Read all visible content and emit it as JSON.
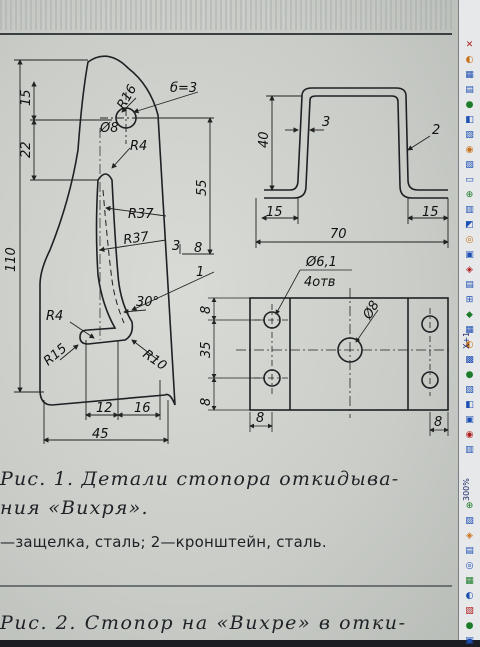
{
  "figure1": {
    "latch_dims": {
      "d15": "15",
      "d22": "22",
      "d110": "110",
      "r16": "R16",
      "d8": "Ø8",
      "thickness": "б=3",
      "r4_top": "R4",
      "d55": "55",
      "r37a": "R37",
      "r37b": "R37",
      "d3": "3",
      "d8b": "8",
      "angle30": "30°",
      "leader1": "1",
      "r4_bottom": "R4",
      "r15": "R15",
      "r10": "R10",
      "d12": "12",
      "d16": "16",
      "d45": "45"
    },
    "bracket_dims": {
      "d40": "40",
      "d3": "3",
      "leader2": "2",
      "d15_left": "15",
      "d15_right": "15",
      "d70": "70"
    },
    "plan_dims": {
      "hole_dia": "Ø6,1",
      "holes": "4отв",
      "d8_center": "Ø8",
      "d8_top": "8",
      "d35": "35",
      "d8_left": "8",
      "d8_bottom": "8",
      "d8_right": "8"
    }
  },
  "captions": {
    "line1": "Рис. 1. Детали стопора откидыва-",
    "line2": "ния «Вихря».",
    "line3": "—защелка, сталь; 2—кронштейн, сталь.",
    "line4": "Рис. 2. Стопор на «Вихре» в отки-"
  },
  "toolbar": {
    "items": [
      {
        "glyph": "✕",
        "tone": "red"
      },
      {
        "glyph": "◐",
        "tone": "orange"
      },
      {
        "glyph": "▦",
        "tone": "blue"
      },
      {
        "glyph": "▤",
        "tone": "blue"
      },
      {
        "glyph": "●",
        "tone": "green"
      },
      {
        "glyph": "◧",
        "tone": "blue"
      },
      {
        "glyph": "▧",
        "tone": "blue"
      },
      {
        "glyph": "◉",
        "tone": "orange"
      },
      {
        "glyph": "▨",
        "tone": "blue"
      },
      {
        "glyph": "▭",
        "tone": "blue"
      },
      {
        "glyph": "⊕",
        "tone": "green"
      },
      {
        "glyph": "▥",
        "tone": "blue"
      },
      {
        "glyph": "◩",
        "tone": "blue"
      },
      {
        "glyph": "◎",
        "tone": "orange"
      },
      {
        "glyph": "▣",
        "tone": "blue"
      },
      {
        "glyph": "◈",
        "tone": "red"
      },
      {
        "glyph": "▤",
        "tone": "blue"
      },
      {
        "glyph": "⊞",
        "tone": "blue"
      },
      {
        "glyph": "◆",
        "tone": "green"
      },
      {
        "glyph": "▦",
        "tone": "blue"
      },
      {
        "glyph": "◐",
        "tone": "orange"
      },
      {
        "glyph": "▩",
        "tone": "blue"
      },
      {
        "glyph": "●",
        "tone": "green"
      },
      {
        "glyph": "▧",
        "tone": "blue"
      },
      {
        "glyph": "◧",
        "tone": "blue"
      },
      {
        "glyph": "▣",
        "tone": "blue"
      },
      {
        "glyph": "◉",
        "tone": "red"
      },
      {
        "glyph": "▥",
        "tone": "blue"
      },
      {
        "glyph": "⊕",
        "tone": "green"
      },
      {
        "glyph": "▨",
        "tone": "blue"
      },
      {
        "glyph": "◈",
        "tone": "orange"
      },
      {
        "glyph": "▤",
        "tone": "blue"
      },
      {
        "glyph": "◎",
        "tone": "blue"
      },
      {
        "glyph": "▦",
        "tone": "green"
      },
      {
        "glyph": "◐",
        "tone": "blue"
      },
      {
        "glyph": "▧",
        "tone": "red"
      },
      {
        "glyph": "●",
        "tone": "green"
      },
      {
        "glyph": "▣",
        "tone": "blue"
      }
    ],
    "vertical_labels": [
      "X+1",
      "300%"
    ]
  }
}
